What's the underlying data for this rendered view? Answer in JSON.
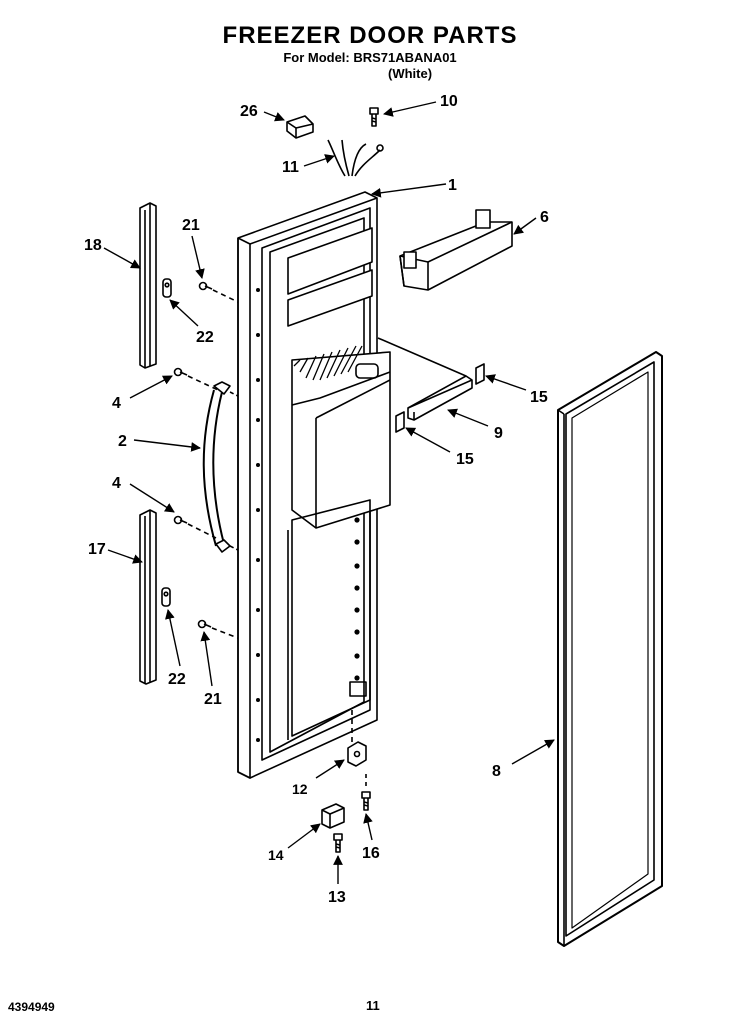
{
  "header": {
    "title": "FREEZER DOOR PARTS",
    "model_line": "For Model: BRS71ABANA01",
    "color_line": "(White)"
  },
  "footer": {
    "doc_number": "4394949",
    "page_number": "11"
  },
  "callouts": {
    "c1": "1",
    "c2": "2",
    "c4a": "4",
    "c4b": "4",
    "c6": "6",
    "c8": "8",
    "c9": "9",
    "c10": "10",
    "c11": "11",
    "c12": "12",
    "c13": "13",
    "c14": "14",
    "c15a": "15",
    "c15b": "15",
    "c16": "16",
    "c17": "17",
    "c18": "18",
    "c21a": "21",
    "c21b": "21",
    "c22a": "22",
    "c22b": "22",
    "c26": "26"
  }
}
